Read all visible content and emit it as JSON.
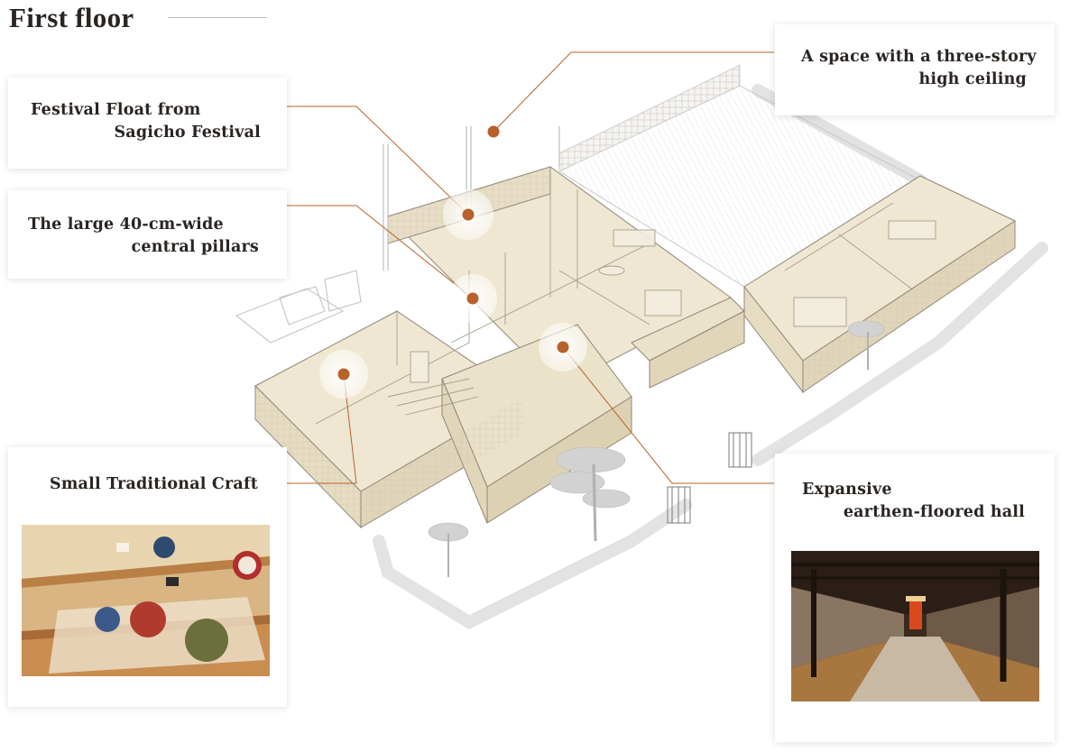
{
  "page": {
    "title": "First floor"
  },
  "callouts": [
    {
      "id": "ceiling",
      "line1": "A space with a three-story",
      "line2": "high ceiling"
    },
    {
      "id": "float",
      "line1": "Festival Float from",
      "line2": "Sagicho Festival"
    },
    {
      "id": "pillars",
      "line1": "The large 40-cm-wide",
      "line2": "central pillars"
    },
    {
      "id": "craft",
      "line1": "Small Traditional Craft",
      "line2": ""
    },
    {
      "id": "hall",
      "line1": "Expansive",
      "line2": "earthen-floored hall"
    }
  ],
  "colors": {
    "accent": "#b8612a",
    "building_fill": "#efe7d2",
    "line": "#8f8778"
  },
  "icons": {
    "marker": "hotspot-dot-icon"
  }
}
